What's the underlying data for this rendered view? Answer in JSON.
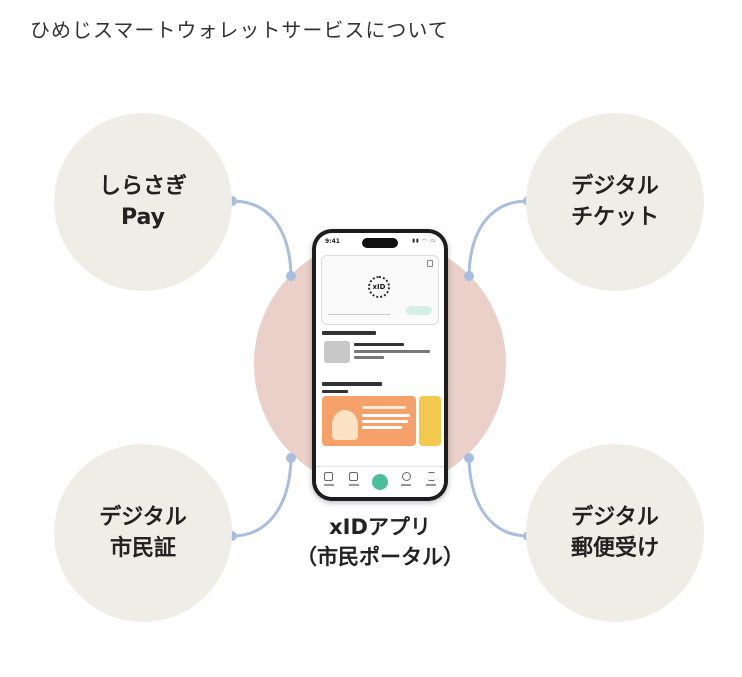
{
  "page": {
    "title": "ひめじスマートウォレットサービスについて"
  },
  "hub": {
    "line1": "xIDアプリ",
    "line2": "（市民ポータル）"
  },
  "services": [
    {
      "line1": "しらさぎ",
      "line2": "Pay"
    },
    {
      "line1": "デジタル",
      "line2": "チケット"
    },
    {
      "line1": "デジタル",
      "line2": "市民証"
    },
    {
      "line1": "デジタル",
      "line2": "郵便受け"
    }
  ],
  "phone": {
    "time": "9:41",
    "logo": "xID",
    "icons": "signal-icon wifi-icon battery-icon"
  },
  "colors": {
    "service_circle": "#eeede6",
    "hub_circle": "#ead0c8",
    "connector": "#a9bde0"
  }
}
